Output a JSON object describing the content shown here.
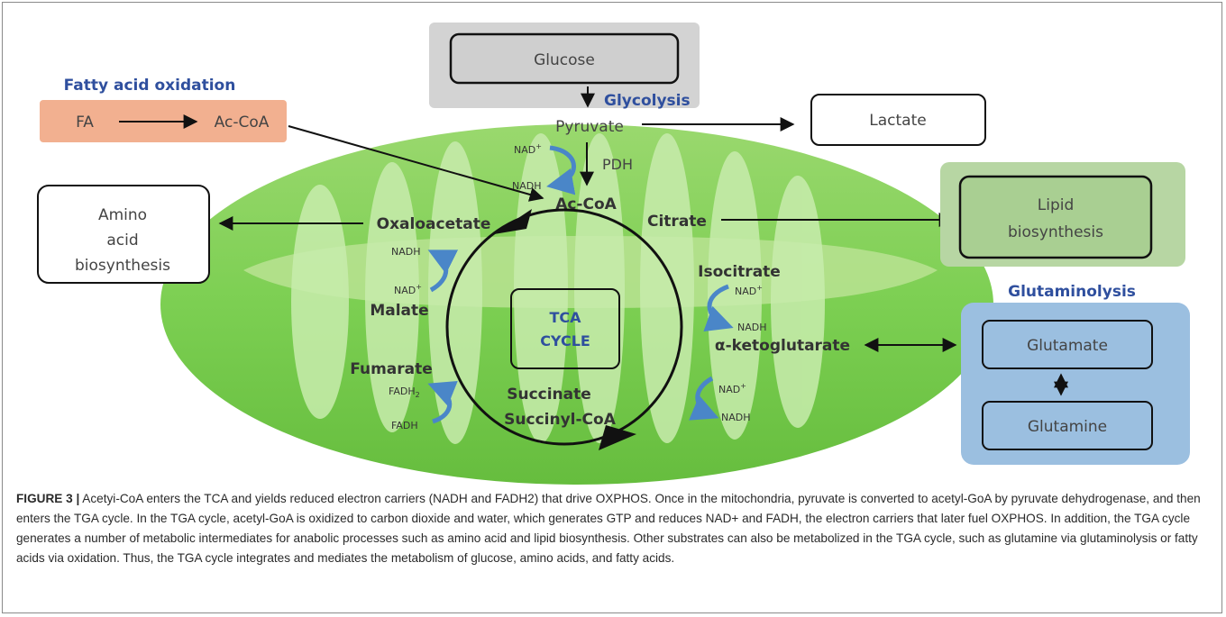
{
  "diagram": {
    "glucose": "Glucose",
    "glycolysis": "Glycolysis",
    "pyruvate": "Pyruvate",
    "lactate": "Lactate",
    "fatty_acid_oxidation": {
      "title": "Fatty acid oxidation",
      "fa": "FA",
      "ac_coa": "Ac-CoA"
    },
    "amino_acid": [
      "Amino",
      "acid",
      "biosynthesis"
    ],
    "lipid": [
      "Lipid",
      "biosynthesis"
    ],
    "glutaminolysis": {
      "title": "Glutaminolysis",
      "glutamate": "Glutamate",
      "glutamine": "Glutamine"
    },
    "pdh": "PDH",
    "ac_coa": "Ac-CoA",
    "citrate": "Citrate",
    "oxaloacetate": "Oxaloacetate",
    "malate": "Malate",
    "fumarate": "Fumarate",
    "succinate": "Succinate",
    "succinyl_coa": "Succinyl-CoA",
    "isocitrate": "Isocitrate",
    "alpha_ketoglutarate": "α-ketoglutarate",
    "tca": [
      "TCA",
      "CYCLE"
    ],
    "cofactors": {
      "nad_plus": "NAD",
      "plus": "+",
      "nadh": "NADH",
      "fadh2_base": "FADH",
      "fadh2_sub": "2",
      "fadh": "FADH"
    },
    "colors": {
      "mito_fill": "#7ccf52",
      "cristae": "#c8ecad",
      "label_dark": "#3c3c3c",
      "accent_blue": "#2f4f9e",
      "arrow_blue": "#4a86c8",
      "fa_box": "#f2b090",
      "lipid_bg": "#b7d6a3",
      "gluta_bg": "#9bbfe0",
      "glucose_bg": "#d3d3d3"
    }
  },
  "caption": {
    "figure_label": "FIGURE 3 |",
    "text": " Acetyi-CoA enters the TCA and yields reduced electron carriers (NADH and FADH2) that drive OXPHOS. Once in the mitochondria, pyruvate is converted to acetyl-GoA by pyruvate dehydrogenase, and then enters the TGA cycle. In the TGA cycle, acetyl-GoA is oxidized to carbon dioxide and water, which generates GTP and reduces NAD+ and FADH, the electron carriers that later fuel OXPHOS. In addition, the TGA cycle generates a number of metabolic intermediates for anabolic processes such as amino acid and lipid biosynthesis. Other substrates can also be metabolized in the TGA cycle, such as glutamine via glutaminolysis or fatty acids via oxidation. Thus, the TGA cycle integrates and mediates the metabolism of glucose, amino acids, and fatty acids."
  }
}
